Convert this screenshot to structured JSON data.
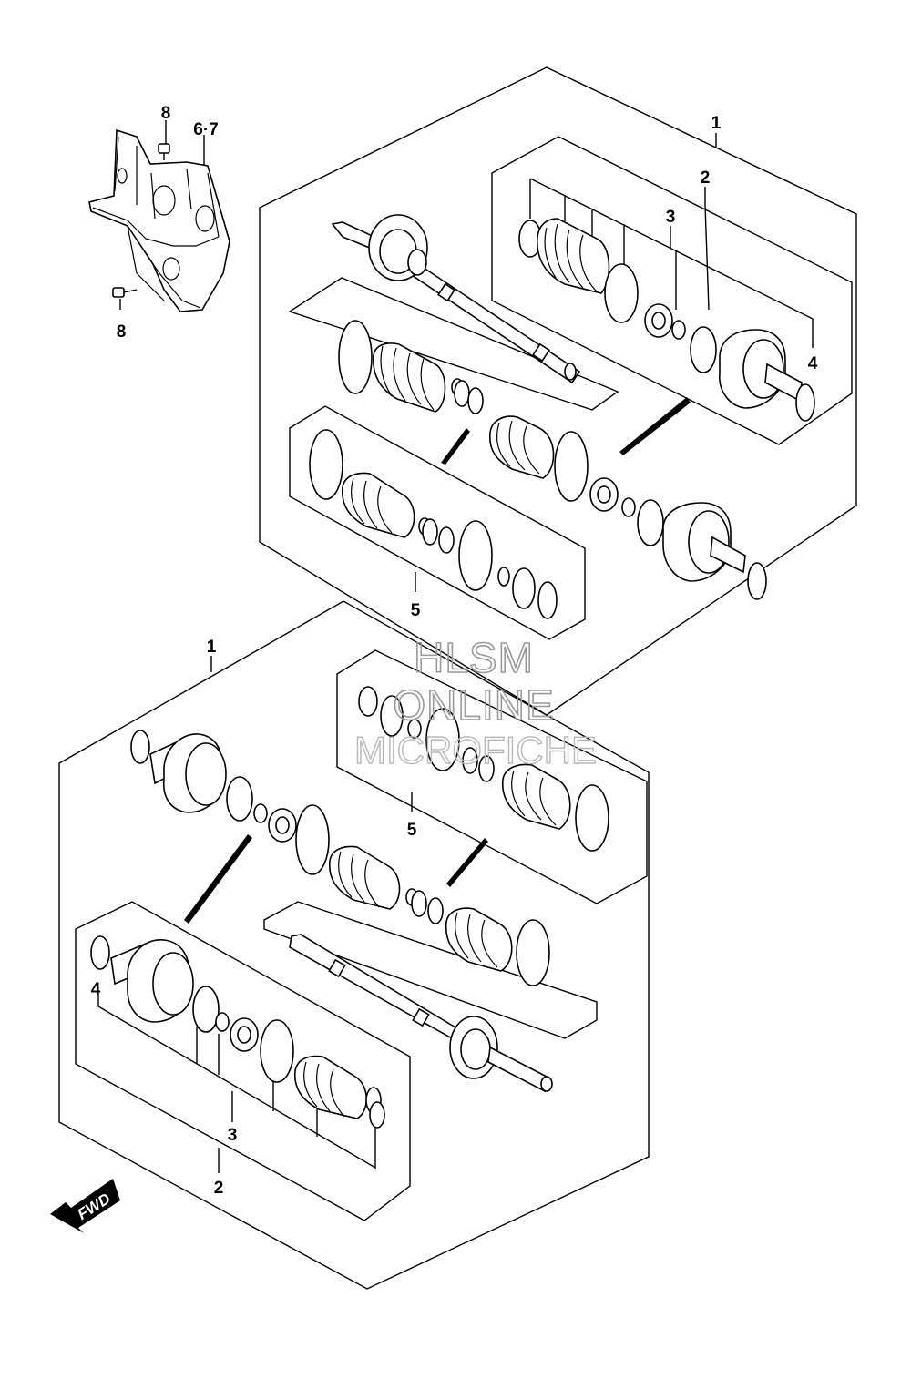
{
  "watermark": {
    "line1": "HLSM",
    "line2": "ONLINE",
    "line3": "MICROFICHE"
  },
  "direction_badge": {
    "text": "FWD",
    "icon": "forward-arrow-icon"
  },
  "callouts": {
    "bracket_bolt_top": "8",
    "bracket_set": "6·7",
    "bracket_bolt_bottom": "8",
    "upper_shaft_assembly": "1",
    "upper_outer_joint_set": "2",
    "upper_joint_kit": "3",
    "upper_circlip": "4",
    "upper_inner_boot_kit": "5",
    "lower_shaft_assembly": "1",
    "lower_inner_boot_kit": "5",
    "lower_circlip": "4",
    "lower_joint_kit": "3",
    "lower_outer_joint_set": "2"
  }
}
